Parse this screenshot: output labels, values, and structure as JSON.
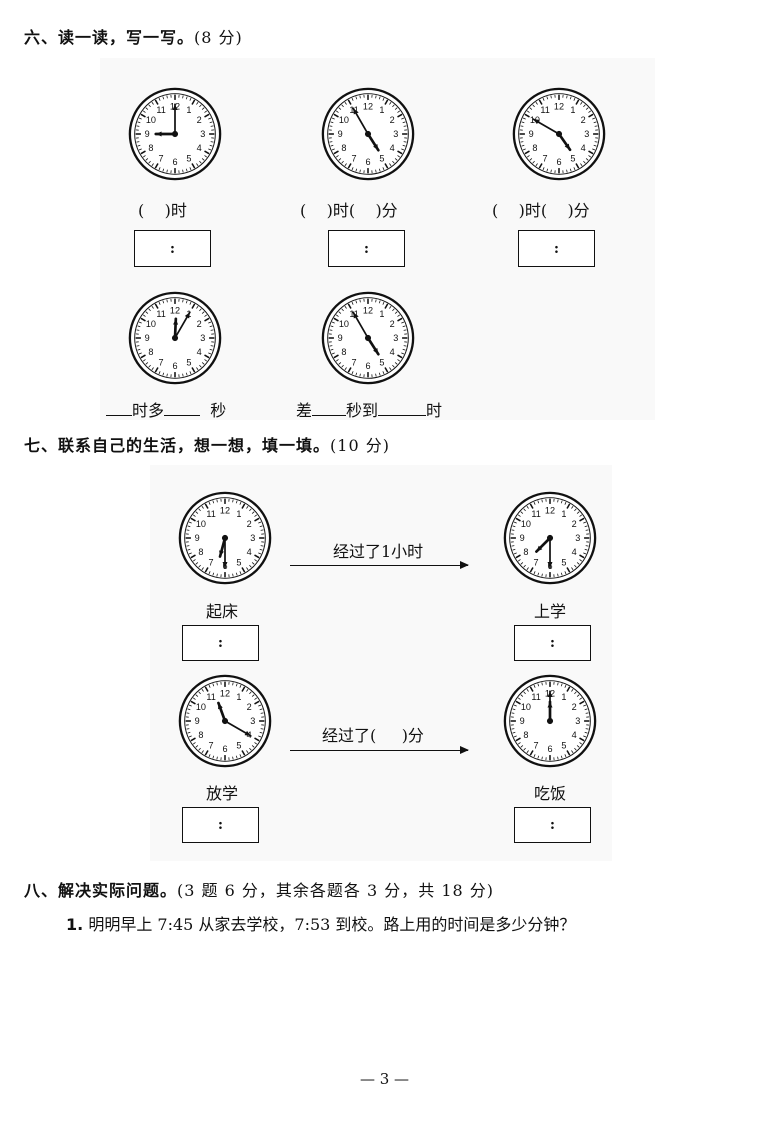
{
  "section6": {
    "title": "六、读一读，写一写。",
    "points": "(8 分)",
    "row1": [
      {
        "time": "9:00",
        "label_a": "(",
        "label_b": ")时",
        "box": ":"
      },
      {
        "time": "4:55",
        "label_a": "(",
        "label_b": ")时(",
        "label_c": ")分",
        "box": ":"
      },
      {
        "time": "4:50",
        "label_a": "(",
        "label_b": ")时(",
        "label_c": ")分",
        "box": ":"
      }
    ],
    "row2": [
      {
        "time": "12:05",
        "label_a": "时多",
        "label_b": "秒"
      },
      {
        "time": "4:55",
        "label_a": "差",
        "label_b": "秒到",
        "label_c": "时"
      }
    ]
  },
  "section7": {
    "title": "七、联系自己的生活，想一想，填一填。",
    "points": "(10 分)",
    "arrow1_text": "经过了1小时",
    "arrow2_text_a": "经过了(",
    "arrow2_text_b": ")分",
    "clocks": [
      {
        "time": "6:30",
        "label": "起床",
        "box": ":"
      },
      {
        "time": "7:30",
        "label": "上学",
        "box": ":"
      },
      {
        "time": "11:20",
        "label": "放学",
        "box": ":"
      },
      {
        "time": "12:00",
        "label": "吃饭",
        "box": ":"
      }
    ]
  },
  "section8": {
    "title": "八、解决实际问题。",
    "points": "(3 题 6 分，其余各题各 3 分，共 18 分)",
    "q1_num": "1.",
    "q1_text": "明明早上 7:45 从家去学校，7:53 到校。路上用的时间是多少分钟？"
  },
  "footer": {
    "page_number": "— 3 —"
  }
}
